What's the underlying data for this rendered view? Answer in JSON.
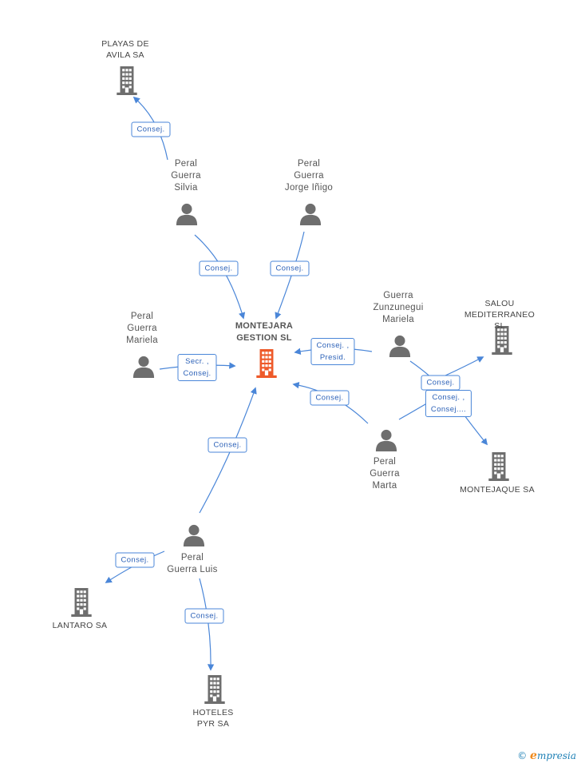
{
  "colors": {
    "edge": "#4a86d8",
    "person": "#6e6e6e",
    "company": "#6e6e6e",
    "main": "#ee5a2a"
  },
  "nodes": {
    "main": {
      "label": "MONTEJARA\nGESTION SL"
    },
    "playas": {
      "label": "PLAYAS DE\nAVILA SA"
    },
    "salou": {
      "label": "SALOU\nMEDITERRANEO SL"
    },
    "montejaque": {
      "label": "MONTEJAQUE SA"
    },
    "lantaro": {
      "label": "LANTARO SA"
    },
    "hoteles": {
      "label": "HOTELES\nPYR SA"
    },
    "silvia": {
      "label": "Peral\nGuerra\nSilvia"
    },
    "jorge": {
      "label": "Peral\nGuerra\nJorge Iñigo"
    },
    "mariela": {
      "label": "Peral\nGuerra\nMariela"
    },
    "zunzunegui": {
      "label": "Guerra\nZunzunegui\nMariela"
    },
    "marta": {
      "label": "Peral\nGuerra\nMarta"
    },
    "luis": {
      "label": "Peral\nGuerra Luis"
    }
  },
  "edges": {
    "silvia_playas": "Consej.",
    "silvia_main": "Consej.",
    "jorge_main": "Consej.",
    "mariela_main": "Secr. ,\nConsej.",
    "zunzunegui_main": "Consej. ,\nPresid.",
    "zunzunegui_salou": "Consej.",
    "marta_main": "Consej.",
    "marta_montejaque": "Consej. ,\nConsej....",
    "luis_main": "Consej.",
    "luis_lantaro": "Consej.",
    "luis_hoteles": "Consej."
  },
  "footer": {
    "copyright": "©",
    "brand_initial": "e",
    "brand_rest": "mpresia"
  }
}
